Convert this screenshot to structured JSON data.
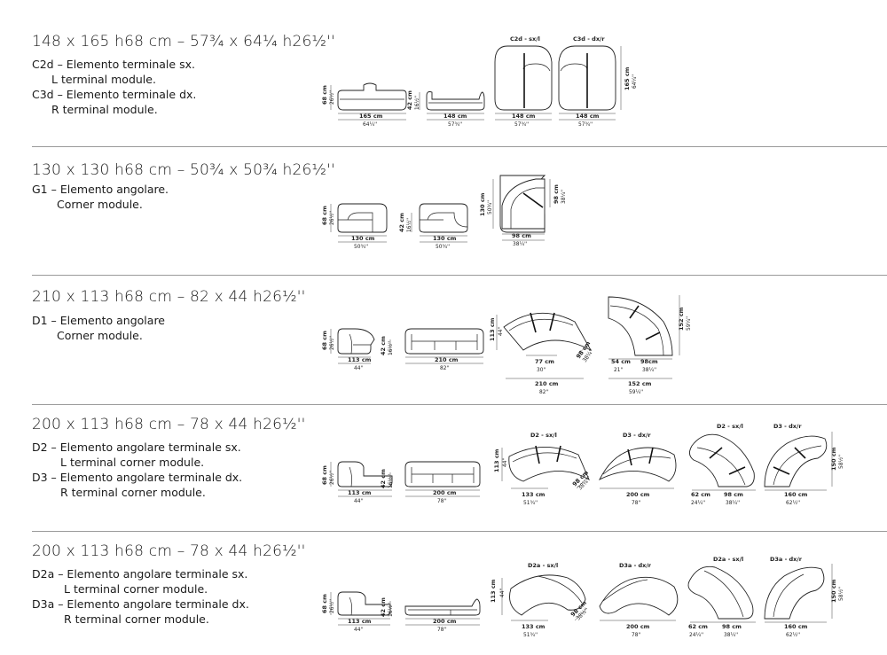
{
  "sections": [
    {
      "title": "148 x 165 h68 cm – 57¾ x 64¼ h26½''",
      "lines": [
        {
          "code": "C2d",
          "text": "C2d – Elemento terminale sx."
        },
        {
          "text": "L terminal module."
        },
        {
          "code": "C3d",
          "text": "C3d – Elemento terminale dx."
        },
        {
          "text": "R terminal module."
        }
      ],
      "labels": {
        "top_left": "C2d - sx/l",
        "top_right": "C3d - dx/r",
        "h_cm": "68 cm",
        "h_in": "26½''",
        "side_w_cm": "165 cm",
        "side_w_in": "64¼''",
        "seat_h_cm": "42 cm",
        "seat_h_in": "16½''",
        "front_w_cm": "148 cm",
        "front_w_in": "57¾''",
        "plan_d_cm": "165 cm",
        "plan_d_in": "64¼''",
        "plan1_w_cm": "148 cm",
        "plan1_w_in": "57¾''",
        "plan2_w_cm": "148 cm",
        "plan2_w_in": "57¾''"
      }
    },
    {
      "title": "130 x 130 h68 cm – 50¾ x 50¾ h26½''",
      "lines": [
        {
          "code": "G1",
          "text": "G1 – Elemento angolare."
        },
        {
          "text": "Corner module."
        }
      ],
      "labels": {
        "h_cm": "68 cm",
        "h_in": "26½''",
        "side_w_cm": "130 cm",
        "side_w_in": "50¾''",
        "seat_h_cm": "42 cm",
        "seat_h_in": "16½''",
        "front_w_cm": "130 cm",
        "front_w_in": "50¾''",
        "plan_h_cm": "130 cm",
        "plan_h_in": "50¾''",
        "plan_in_cm": "98 cm",
        "plan_in_in": "38¼''",
        "plan_w_cm": "98 cm",
        "plan_w_in": "38¼''"
      }
    },
    {
      "title": "210 x 113 h68 cm – 82 x 44 h26½''",
      "lines": [
        {
          "code": "D1",
          "text": "D1 – Elemento angolare"
        },
        {
          "text": "Corner module."
        }
      ],
      "labels": {
        "h_cm": "68 cm",
        "h_in": "26½''",
        "side_w_cm": "113 cm",
        "side_w_in": "44''",
        "seat_h_cm": "42 cm",
        "seat_h_in": "16½''",
        "front_w_cm": "210 cm",
        "front_w_in": "82''",
        "plan_d_cm": "113 cm",
        "plan_d_in": "44''",
        "plan_a_cm": "77 cm",
        "plan_a_in": "30''",
        "plan_diag_cm": "98 cm",
        "plan_diag_in": "38¼''",
        "plan_total_cm": "210 cm",
        "plan_total_in": "82''",
        "q_a_cm": "54 cm",
        "q_a_in": "21''",
        "q_b_cm": "98cm",
        "q_b_in": "38¼''",
        "q_total_cm": "152 cm",
        "q_total_in": "59¼''",
        "q_h_cm": "152 cm",
        "q_h_in": "59¼''"
      }
    },
    {
      "title": "200 x 113 h68 cm – 78 x 44 h26½''",
      "lines": [
        {
          "code": "D2",
          "text": "D2 – Elemento angolare terminale sx."
        },
        {
          "text": "L terminal corner module."
        },
        {
          "code": "D3",
          "text": "D3 – Elemento angolare terminale dx."
        },
        {
          "text": "R terminal corner module."
        }
      ],
      "labels": {
        "left_tag": "D2 - sx/l",
        "right_tag": "D3 - dx/r",
        "q_left_tag": "D2 - sx/l",
        "q_right_tag": "D3 - dx/r",
        "h_cm": "68 cm",
        "h_in": "26½''",
        "side_w_cm": "113 cm",
        "side_w_in": "44''",
        "seat_h_cm": "42 cm",
        "seat_h_in": "16½''",
        "front_w_cm": "200 cm",
        "front_w_in": "78''",
        "plan_d_cm": "113 cm",
        "plan_d_in": "44''",
        "p1_w_cm": "133 cm",
        "p1_w_in": "51¾''",
        "p1_diag_cm": "98 cm",
        "p1_diag_in": "38¼''",
        "p2_w_cm": "200 cm",
        "p2_w_in": "78''",
        "q1_a_cm": "62 cm",
        "q1_a_in": "24¼''",
        "q1_b_cm": "98 cm",
        "q1_b_in": "38¼''",
        "q2_w_cm": "160 cm",
        "q2_w_in": "62½''",
        "q_h_cm": "150 cm",
        "q_h_in": "58½''"
      }
    },
    {
      "title": "200 x 113 h68 cm – 78 x 44 h26½''",
      "lines": [
        {
          "code": "D2a",
          "text": "D2a – Elemento angolare terminale sx."
        },
        {
          "text": "L terminal corner module."
        },
        {
          "code": "D3a",
          "text": "D3a – Elemento angolare terminale dx."
        },
        {
          "text": "R terminal corner module."
        }
      ],
      "labels": {
        "left_tag": "D2a - sx/l",
        "right_tag": "D3a - dx/r",
        "q_left_tag": "D2a - sx/l",
        "q_right_tag": "D3a - dx/r",
        "h_cm": "68 cm",
        "h_in": "26½''",
        "side_w_cm": "113 cm",
        "side_w_in": "44''",
        "seat_h_cm": "42 cm",
        "seat_h_in": "16½''",
        "front_w_cm": "200 cm",
        "front_w_in": "78''",
        "plan_d_cm": "113 cm",
        "plan_d_in": "44''",
        "p1_w_cm": "133 cm",
        "p1_w_in": "51¾''",
        "p1_diag_cm": "98 cm",
        "p1_diag_in": "38¼''",
        "p2_w_cm": "200 cm",
        "p2_w_in": "78''",
        "q1_a_cm": "62 cm",
        "q1_a_in": "24¼''",
        "q1_b_cm": "98 cm",
        "q1_b_in": "38¼''",
        "q2_w_cm": "160 cm",
        "q2_w_in": "62½''",
        "q_h_cm": "150 cm",
        "q_h_in": "58½''"
      }
    }
  ]
}
